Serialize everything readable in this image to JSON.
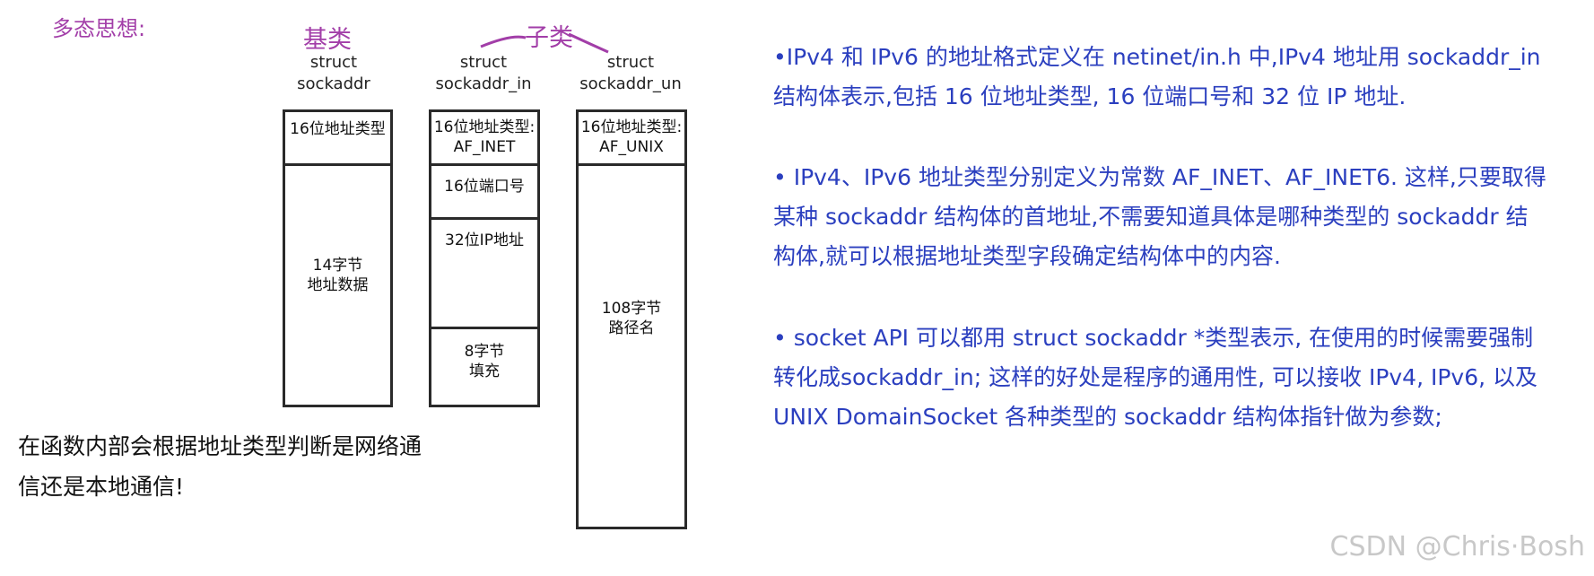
{
  "header": {
    "title": "多态思想:",
    "base_label": "基类",
    "child_label": "子类"
  },
  "structs": [
    {
      "name_line1": "struct",
      "name_line2": "sockaddr",
      "cells": [
        {
          "line1": "16位地址类型",
          "line2": ""
        },
        {
          "line1": "14字节",
          "line2": "地址数据"
        }
      ]
    },
    {
      "name_line1": "struct",
      "name_line2": "sockaddr_in",
      "cells": [
        {
          "line1": "16位地址类型:",
          "line2": "AF_INET"
        },
        {
          "line1": "16位端口号",
          "line2": ""
        },
        {
          "line1": "32位IP地址",
          "line2": ""
        },
        {
          "line1": "8字节",
          "line2": "填充"
        }
      ]
    },
    {
      "name_line1": "struct",
      "name_line2": "sockaddr_un",
      "cells": [
        {
          "line1": "16位地址类型:",
          "line2": "AF_UNIX"
        },
        {
          "line1": "108字节",
          "line2": "路径名"
        }
      ]
    }
  ],
  "note": {
    "line1": "在函数内部会根据地址类型判断是网络通",
    "line2": "信还是本地通信!"
  },
  "bullets": [
    {
      "line1": "•IPv4 和 IPv6 的地址格式定义在 netinet/in.h 中,IPv4 地址用 sockaddr_in",
      "line2": "结构体表示,包括 16 位地址类型, 16 位端口号和 32 位 IP 地址."
    },
    {
      "line1": "• IPv4、IPv6 地址类型分别定义为常数 AF_INET、AF_INET6. 这样,只要取得",
      "line2": "某种 sockaddr 结构体的首地址,不需要知道具体是哪种类型的 sockaddr 结",
      "line3": "构体,就可以根据地址类型字段确定结构体中的内容."
    },
    {
      "line1": " • socket API 可以都用 struct sockaddr *类型表示, 在使用的时候需要强制",
      "line2": "转化成sockaddr_in; 这样的好处是程序的通用性, 可以接收 IPv4, IPv6, 以及",
      "line3": "UNIX DomainSocket 各种类型的 sockaddr 结构体指针做为参数;"
    }
  ],
  "watermark": "CSDN @Chris·Bosh",
  "colors": {
    "annotation": "#a23ea8",
    "bullet_text": "#2b3fbf",
    "box_border": "#2a2a2a"
  }
}
